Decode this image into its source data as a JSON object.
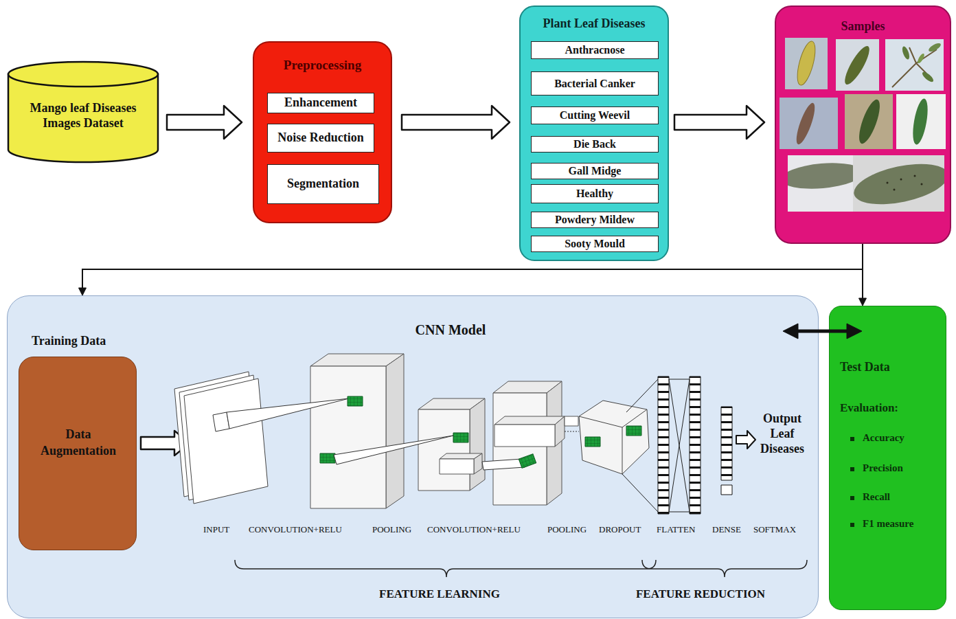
{
  "diagram": {
    "nodes": [
      {
        "text": [
          "Mango leaf Diseases Images Dataset"
        ]
      },
      {
        "text": [
          "Preprocessing"
        ]
      },
      {
        "text": [
          "Enhancement"
        ],
        "in": 1
      },
      {
        "text": [
          "Noise Reduction"
        ],
        "in": 1
      },
      {
        "text": [
          "Segmentation"
        ],
        "in": 1
      },
      {
        "text": [
          "Plant Leaf Diseases"
        ]
      },
      {
        "text": [
          "Anthracnose"
        ],
        "in": 5
      },
      {
        "text": [
          "Bacterial Canker"
        ],
        "in": 5
      },
      {
        "text": [
          "Cutting Weevil"
        ],
        "in": 5
      },
      {
        "text": [
          "Die Back"
        ],
        "in": 5
      },
      {
        "text": [
          "Gall Midge"
        ],
        "in": 5
      },
      {
        "text": [
          "Healthy"
        ],
        "in": 5
      },
      {
        "text": [
          "Powdery Mildew"
        ],
        "in": 5
      },
      {
        "text": [
          "Sooty Mould"
        ],
        "in": 5
      },
      {
        "text": [
          "Samples"
        ]
      },
      {
        "text": [
          "CNN Model"
        ]
      },
      {
        "text": [
          "Training Data",
          "Data Augmentation"
        ],
        "in": 15
      },
      {
        "text": [
          "Test Data",
          "Evaluation:",
          "Accuracy",
          "Precision",
          "Recall",
          "F1 measure"
        ]
      }
    ],
    "edges": [
      {
        "from": 0,
        "to": 1,
        "arrow": "to"
      },
      {
        "from": 1,
        "to": 5,
        "arrow": "to"
      },
      {
        "from": 5,
        "to": 14,
        "arrow": "to"
      },
      {
        "from": 14,
        "to": 15,
        "arrow": "to"
      },
      {
        "from": 14,
        "to": 17,
        "arrow": "to"
      },
      {
        "from": 15,
        "to": 17,
        "arrow": "both"
      }
    ],
    "labels": [
      "Output Leaf Diseases",
      "INPUT",
      "CONVOLUTION+RELU",
      "POOLING",
      "CONVOLUTION+RELU",
      "POOLING",
      "DROPOUT",
      "FLATTEN",
      "DENSE",
      "SOFTMAX",
      "FEATURE LEARNING",
      "FEATURE REDUCTION"
    ]
  }
}
